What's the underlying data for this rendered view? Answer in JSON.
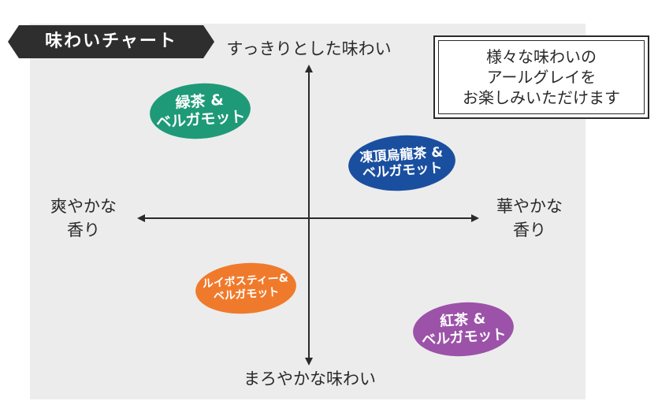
{
  "title": "味わいチャート",
  "note": {
    "lines": [
      "様々な味わいの",
      "アールグレイを",
      "お楽しみいただけます"
    ]
  },
  "axes": {
    "top": "すっきりとした味わい",
    "bottom": "まろやかな味わい",
    "left": [
      "爽やかな",
      "香り"
    ],
    "right": [
      "華やかな",
      "香り"
    ]
  },
  "teas": [
    {
      "lines": [
        "緑茶 &",
        "ベルガモット"
      ],
      "color": "#1e9a78"
    },
    {
      "lines": [
        "凍頂烏龍茶 &",
        "ベルガモット"
      ],
      "color": "#1a4fa0"
    },
    {
      "lines": [
        "ルイボスティー&",
        "ベルガモット"
      ],
      "color": "#f07a2b"
    },
    {
      "lines": [
        "紅茶 &",
        "ベルガモット"
      ],
      "color": "#9b52a8"
    }
  ],
  "colors": {
    "panel": "#ececec",
    "axis": "#2a2a2a",
    "title_bg": "#2e2e2e"
  }
}
